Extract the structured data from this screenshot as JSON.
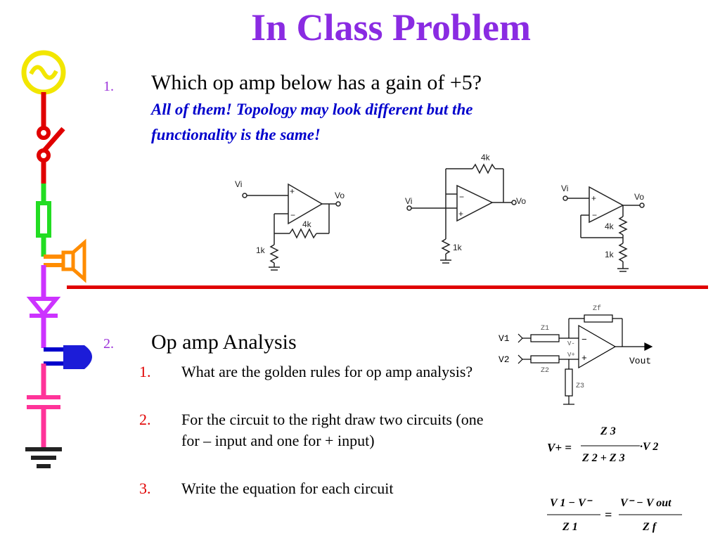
{
  "title": "In Class Problem",
  "problem1": {
    "number": "1.",
    "question": "Which op amp below has a gain of +5?",
    "answer": "All of them!  Topology  may look different but the functionality is the same!",
    "circuits": [
      {
        "vin": "Vi",
        "vout": "Vo",
        "rf": "4k",
        "rg": "1k"
      },
      {
        "vin": "Vi",
        "vout": "Vo",
        "rf": "4k",
        "rg": "1k"
      },
      {
        "vin": "Vi",
        "vout": "Vo",
        "rf": "4k",
        "rg": "1k"
      }
    ]
  },
  "problem2": {
    "number": "2.",
    "title": "Op amp Analysis",
    "items": [
      {
        "number": "1.",
        "text": "What are the golden rules for op amp analysis?"
      },
      {
        "number": "2.",
        "text": "For the circuit to the right draw two circuits (one for – input and one for + input)"
      },
      {
        "number": "3.",
        "text": "Write the equation for each circuit"
      }
    ]
  },
  "diagram": {
    "v1": "V1",
    "v2": "V2",
    "vout": "Vout",
    "z1": "Z1",
    "z2": "Z2",
    "z3": "Z3",
    "zf": "Zf",
    "vminus": "V-",
    "vplus": "V+"
  },
  "equations": {
    "eq1": {
      "lhs": "V+ =",
      "num": "Z 3",
      "den": "Z 2 + Z 3",
      "tail": "·V 2"
    },
    "eq2": {
      "num1": "V 1 − V⁻",
      "den1": "Z 1",
      "eq": "=",
      "num2": "V⁻ − V out",
      "den2": "Z f"
    }
  },
  "colors": {
    "title": "#8a2be2",
    "answer": "#0000cc",
    "divider": "#e00000"
  },
  "sidebar_icons": [
    "ac-source-icon",
    "switch-icon",
    "fuse-icon",
    "speaker-icon",
    "diode-icon",
    "lamp-icon",
    "capacitor-icon",
    "ground-icon"
  ]
}
